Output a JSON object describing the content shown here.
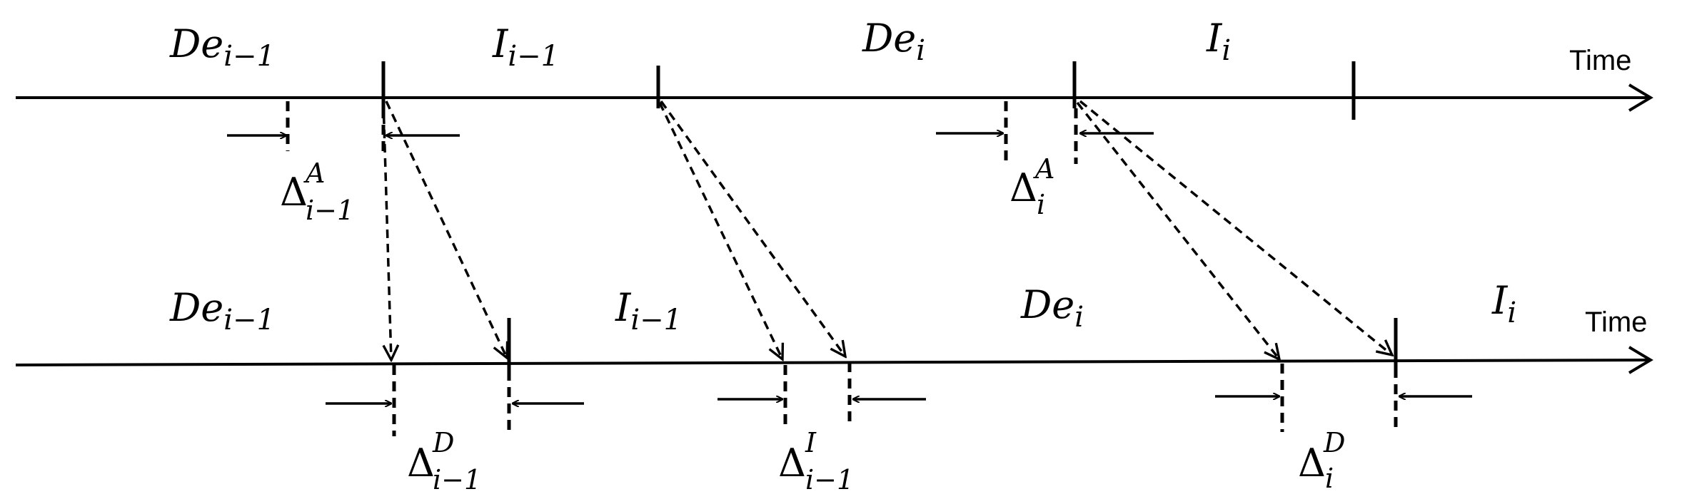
{
  "diagram": {
    "top_timeline": {
      "axis_label": "Time",
      "phases": [
        {
          "base": "De",
          "sub": "i−1"
        },
        {
          "base": "I",
          "sub": "i−1"
        },
        {
          "base": "De",
          "sub": "i"
        },
        {
          "base": "I",
          "sub": "i"
        }
      ],
      "intervals": [
        {
          "base": "Δ",
          "sup": "A",
          "sub": "i−1"
        },
        {
          "base": "Δ",
          "sup": "A",
          "sub": "i"
        }
      ]
    },
    "bottom_timeline": {
      "axis_label": "Time",
      "phases": [
        {
          "base": "De",
          "sub": "i−1"
        },
        {
          "base": "I",
          "sub": "i−1"
        },
        {
          "base": "De",
          "sub": "i"
        },
        {
          "base": "I",
          "sub": "i"
        }
      ],
      "intervals": [
        {
          "base": "Δ",
          "sup": "D",
          "sub": "i−1"
        },
        {
          "base": "Δ",
          "sup": "I",
          "sub": "i−1"
        },
        {
          "base": "Δ",
          "sup": "D",
          "sub": "i"
        }
      ]
    }
  }
}
